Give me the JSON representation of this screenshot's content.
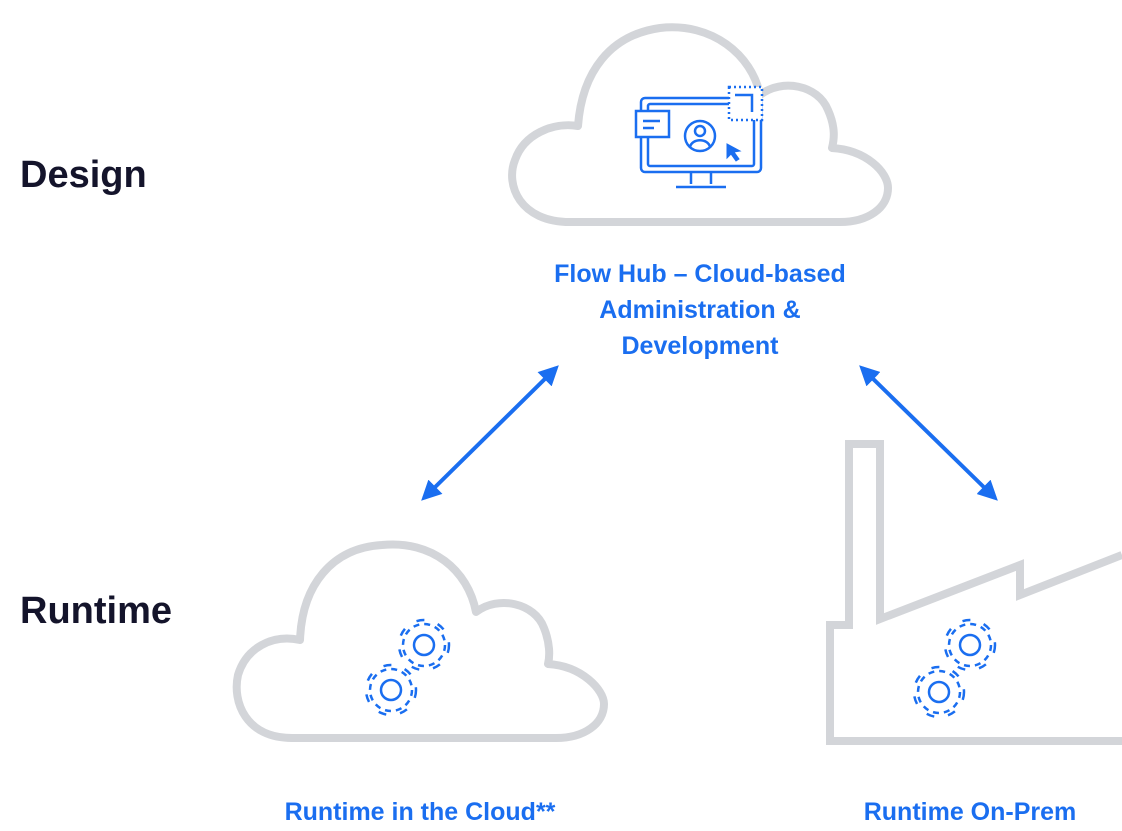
{
  "rows": {
    "design_label": "Design",
    "runtime_label": "Runtime"
  },
  "nodes": {
    "flow_hub": {
      "line1": "Flow Hub – Cloud-based",
      "line2": "Administration &",
      "line3": "Development",
      "icon": "monitor-user-icon"
    },
    "runtime_cloud": {
      "label": "Runtime in the Cloud**",
      "icon": "gears-icon"
    },
    "runtime_onprem": {
      "label": "Runtime On-Prem",
      "icon": "gears-icon"
    }
  },
  "colors": {
    "accent_blue": "#1a6ef0",
    "outline_gray": "#d3d5d9",
    "label_dark": "#14142b"
  }
}
